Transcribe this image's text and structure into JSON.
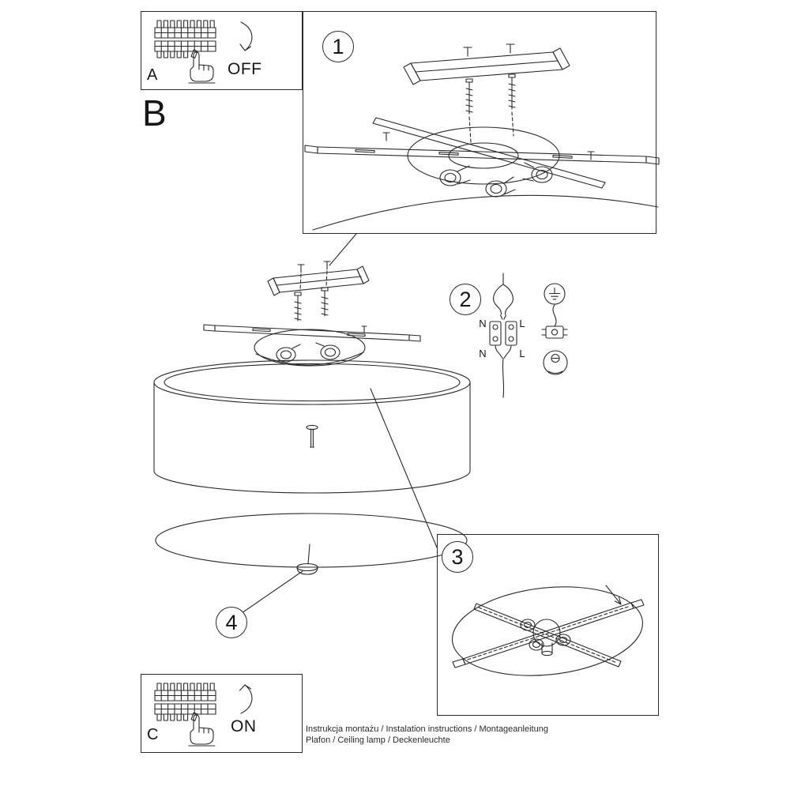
{
  "page": {
    "background": "#ffffff",
    "line_color": "#2a2a2a"
  },
  "panels": {
    "a": {
      "label": "A",
      "state": "OFF"
    },
    "b": {
      "label": "B"
    },
    "c": {
      "label": "C",
      "state": "ON"
    }
  },
  "steps": {
    "one": "1",
    "two": "2",
    "three": "3",
    "four": "4"
  },
  "wiring_labels": {
    "top_n": "N",
    "top_l": "L",
    "bottom_n": "N",
    "bottom_l": "L"
  },
  "footer": {
    "line1": "Instrukcja montażu / Instalation instructions / Montageanleitung",
    "line2": "Plafon / Ceiling lamp / Deckenleuchte"
  }
}
